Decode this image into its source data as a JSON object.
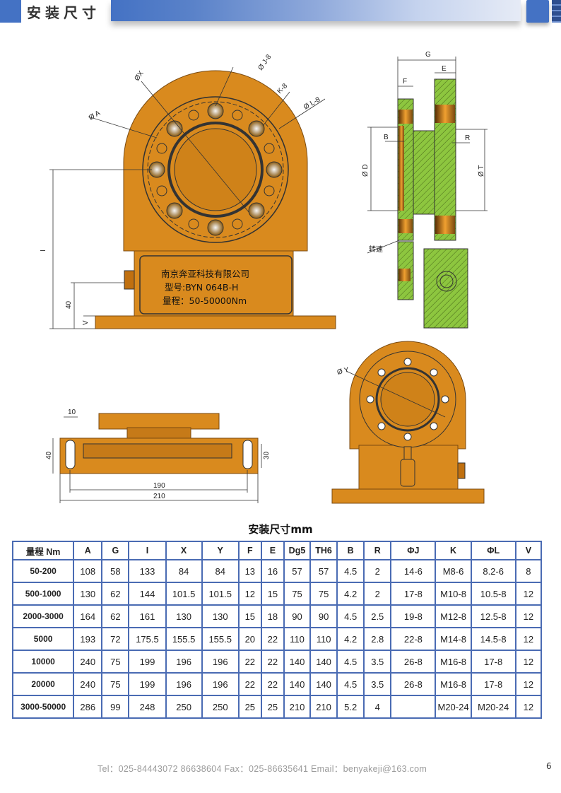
{
  "header": {
    "title": "安装尺寸"
  },
  "drawing": {
    "front_labels": {
      "x": "ØX",
      "j": "Ø J-8",
      "k": "K-8",
      "l": "Ø L-8",
      "a": "Ø A",
      "i": "I",
      "h40": "40",
      "v": "V"
    },
    "nameplate": {
      "company": "南京奔亚科技有限公司",
      "model": "型号:BYN 064B-H",
      "range": "量程：50-50000Nm"
    },
    "section_labels": {
      "g": "G",
      "f": "F",
      "e": "E",
      "b": "B",
      "r": "R",
      "d": "Ø D",
      "t": "Ø T",
      "speed": "转速"
    },
    "top_labels": {
      "w10": "10",
      "h40": "40",
      "h30": "30",
      "w190": "190",
      "w210": "210"
    },
    "rear_labels": {
      "y": "Ø Y"
    }
  },
  "table": {
    "title": "安装尺寸mm",
    "headers": [
      "量程 Nm",
      "A",
      "G",
      "I",
      "X",
      "Y",
      "F",
      "E",
      "Dg5",
      "TH6",
      "B",
      "R",
      "ΦJ",
      "K",
      "ΦL",
      "V"
    ],
    "rows": [
      [
        "50-200",
        "108",
        "58",
        "133",
        "84",
        "84",
        "13",
        "16",
        "57",
        "57",
        "4.5",
        "2",
        "14-6",
        "M8-6",
        "8.2-6",
        "8"
      ],
      [
        "500-1000",
        "130",
        "62",
        "144",
        "101.5",
        "101.5",
        "12",
        "15",
        "75",
        "75",
        "4.2",
        "2",
        "17-8",
        "M10-8",
        "10.5-8",
        "12"
      ],
      [
        "2000-3000",
        "164",
        "62",
        "161",
        "130",
        "130",
        "15",
        "18",
        "90",
        "90",
        "4.5",
        "2.5",
        "19-8",
        "M12-8",
        "12.5-8",
        "12"
      ],
      [
        "5000",
        "193",
        "72",
        "175.5",
        "155.5",
        "155.5",
        "20",
        "22",
        "110",
        "110",
        "4.2",
        "2.8",
        "22-8",
        "M14-8",
        "14.5-8",
        "12"
      ],
      [
        "10000",
        "240",
        "75",
        "199",
        "196",
        "196",
        "22",
        "22",
        "140",
        "140",
        "4.5",
        "3.5",
        "26-8",
        "M16-8",
        "17-8",
        "12"
      ],
      [
        "20000",
        "240",
        "75",
        "199",
        "196",
        "196",
        "22",
        "22",
        "140",
        "140",
        "4.5",
        "3.5",
        "26-8",
        "M16-8",
        "17-8",
        "12"
      ],
      [
        "3000-50000",
        "286",
        "99",
        "248",
        "250",
        "250",
        "25",
        "25",
        "210",
        "210",
        "5.2",
        "4",
        "",
        "M20-24",
        "M20-24",
        "12"
      ]
    ]
  },
  "footer": {
    "contact": "Tel：025-84443072   86638604   Fax：025-86635641   Email：benyakeji@163.com",
    "page": "6"
  },
  "colors": {
    "accent": "#4472c4",
    "body": "#d98a1e",
    "section": "#8dc63f",
    "table_border": "#4a6bb3"
  }
}
